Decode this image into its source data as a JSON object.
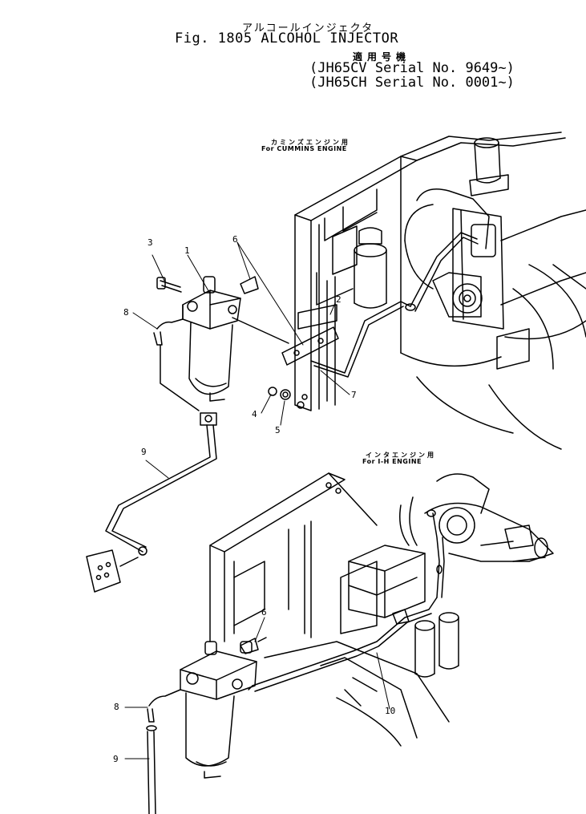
{
  "header": {
    "title_jp": "アルコールインジェクタ",
    "title": "Fig. 1805 ALCOHOL INJECTOR",
    "applicability_jp": "適用号機",
    "serials": [
      "(JH65CV Serial No. 9649~)",
      "(JH65CH Serial No. 0001~)"
    ]
  },
  "views": {
    "cummins": {
      "caption_jp": "カミンズエンジン用",
      "caption": "For CUMMINS ENGINE"
    },
    "ih": {
      "caption_jp": "インタエンジン用",
      "caption": "For I-H ENGINE"
    }
  },
  "callouts": {
    "c1": "1",
    "c2": "2",
    "c3": "3",
    "c4": "4",
    "c5": "5",
    "c6a": "6",
    "c6b": "6",
    "c7": "7",
    "c8a": "8",
    "c8b": "8",
    "c9a": "9",
    "c9b": "9",
    "c10": "10"
  }
}
